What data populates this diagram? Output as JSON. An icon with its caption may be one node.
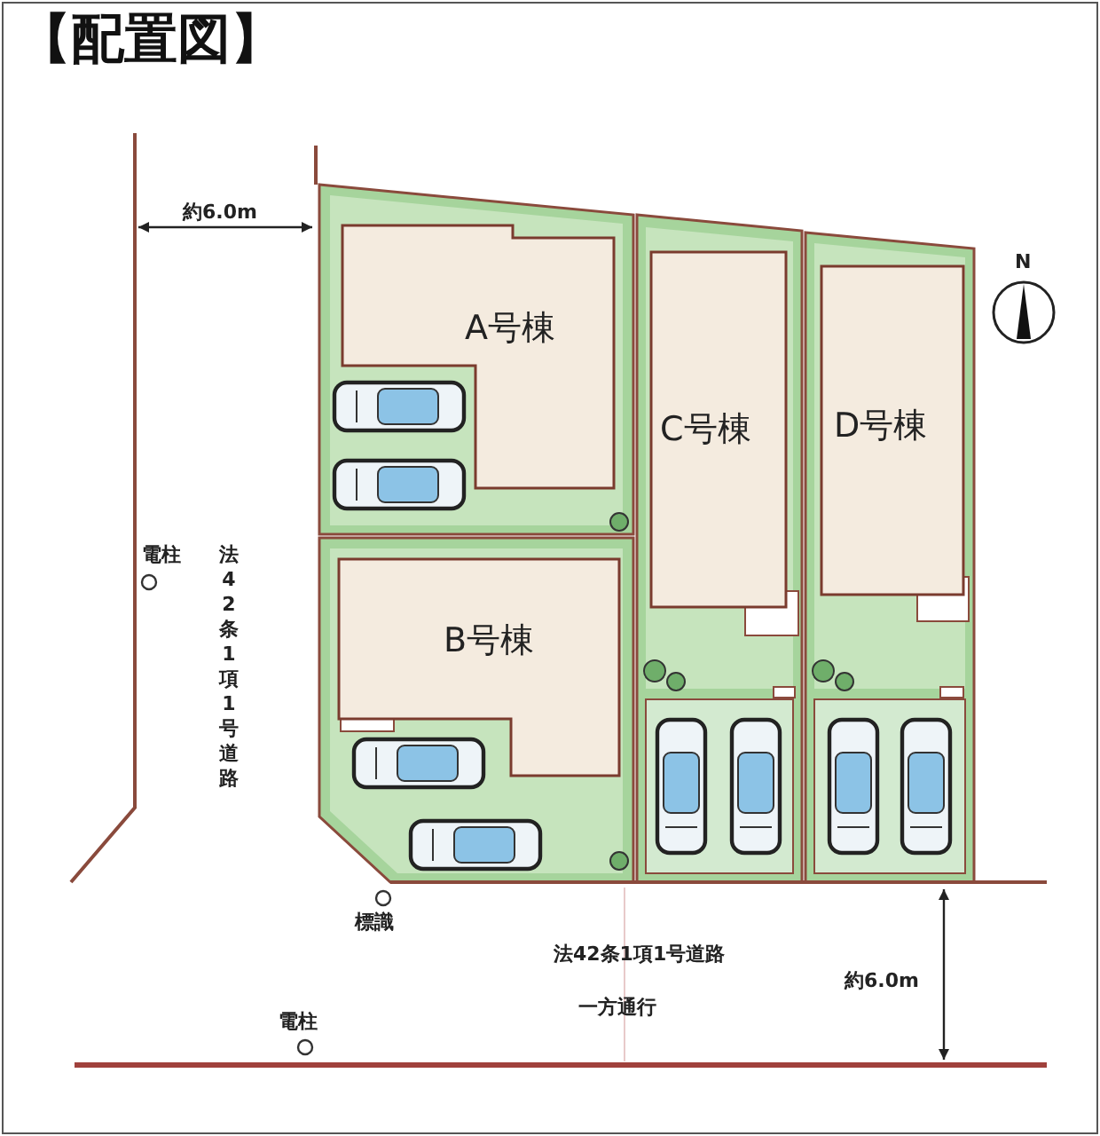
{
  "diagram": {
    "title": "【配置図】",
    "nodes": [
      {
        "text": [
          "A号棟"
        ]
      },
      {
        "text": [
          "B号棟"
        ]
      },
      {
        "text": [
          "C号棟"
        ]
      },
      {
        "text": [
          "D号棟"
        ]
      }
    ],
    "labels": [
      "約6.0m",
      "N",
      "電柱",
      "法42条1項1号道路",
      "標識",
      "法42条1項1号道路",
      "一方通行",
      "約6.0m",
      "電柱"
    ]
  }
}
